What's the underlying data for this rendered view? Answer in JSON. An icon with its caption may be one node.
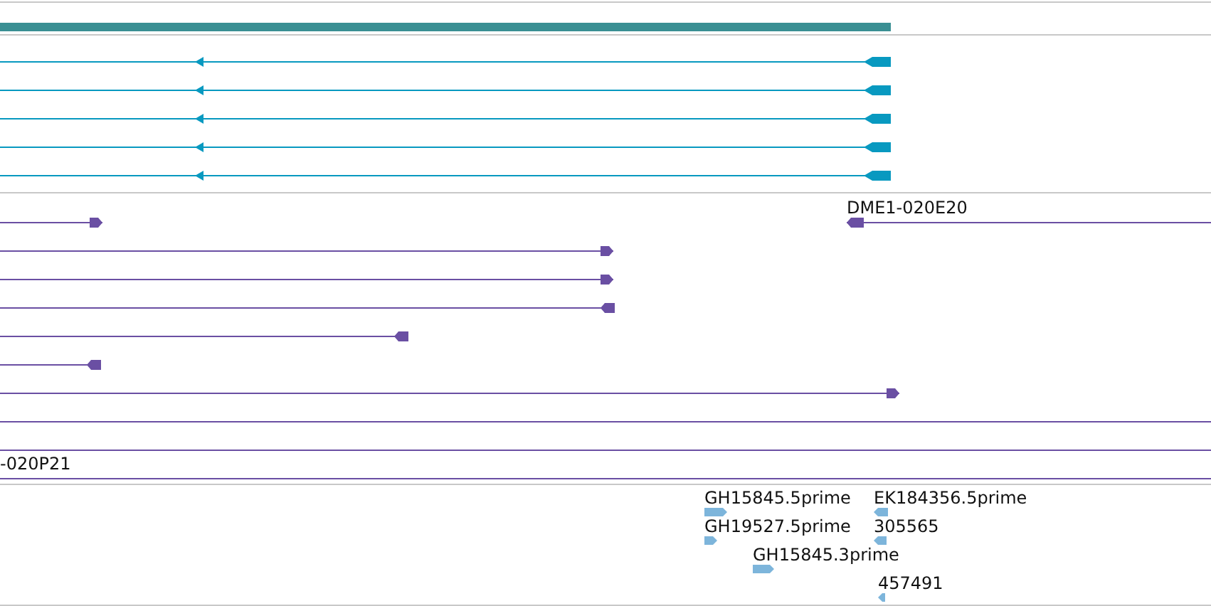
{
  "diagram": {
    "labels": [
      "DME1-020E20",
      "-020P21",
      "GH15845.5prime",
      "EK184356.5prime",
      "GH19527.5prime",
      "305565",
      "GH15845.3prime",
      "457491"
    ]
  }
}
